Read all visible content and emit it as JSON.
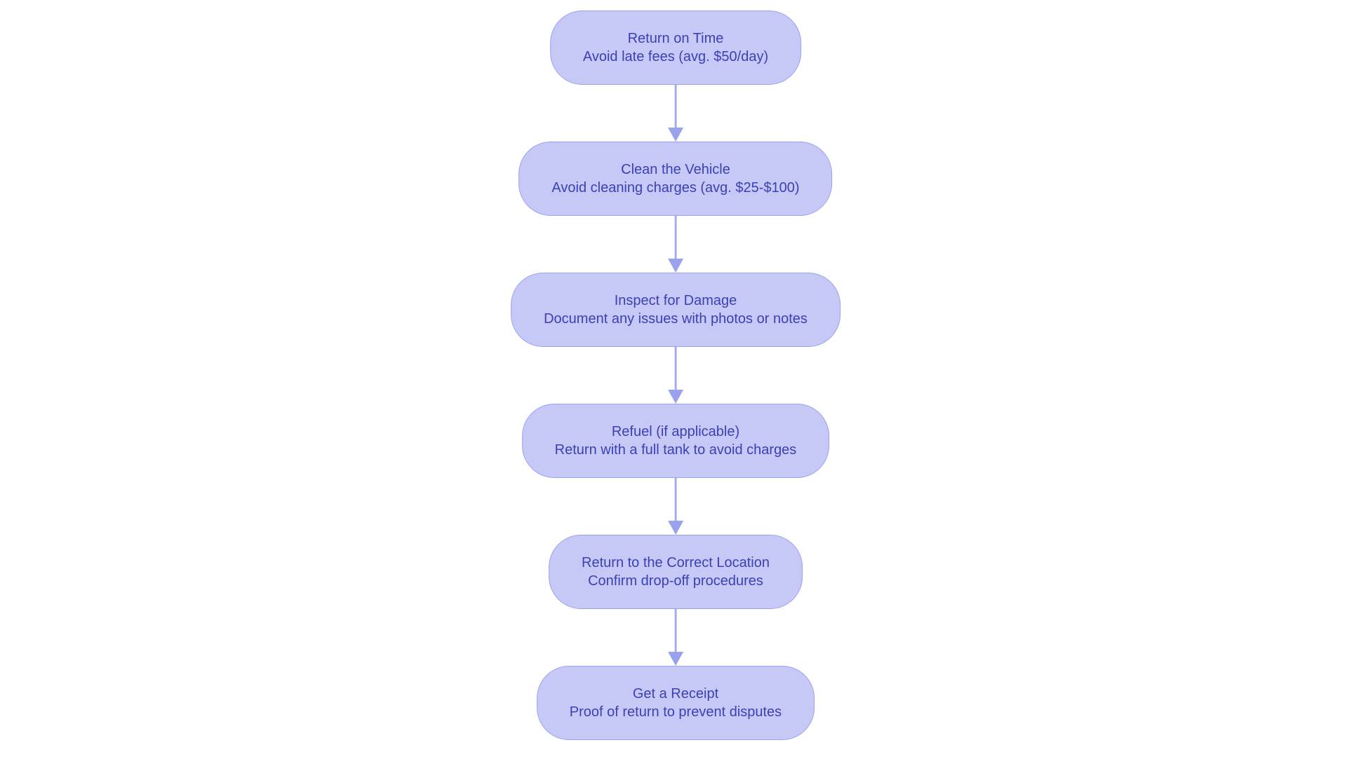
{
  "diagram": {
    "type": "flowchart",
    "direction": "top-down",
    "colors": {
      "background": "#ffffff",
      "node_fill": "#c6c9f6",
      "node_border": "#9aa1ee",
      "text_color": "#3c40b5",
      "arrow_line_color": "#a2a8ef",
      "arrow_head_color": "#9aa1ed"
    },
    "nodes": [
      {
        "title": "Return on Time",
        "subtitle": "Avoid late fees (avg. $50/day)"
      },
      {
        "title": "Clean the Vehicle",
        "subtitle": "Avoid cleaning charges (avg. $25-$100)"
      },
      {
        "title": "Inspect for Damage",
        "subtitle": "Document any issues with photos or notes"
      },
      {
        "title": "Refuel (if applicable)",
        "subtitle": "Return with a full tank to avoid charges"
      },
      {
        "title": "Return to the Correct Location",
        "subtitle": "Confirm drop-off procedures"
      },
      {
        "title": "Get a Receipt",
        "subtitle": "Proof of return to prevent disputes"
      }
    ]
  }
}
